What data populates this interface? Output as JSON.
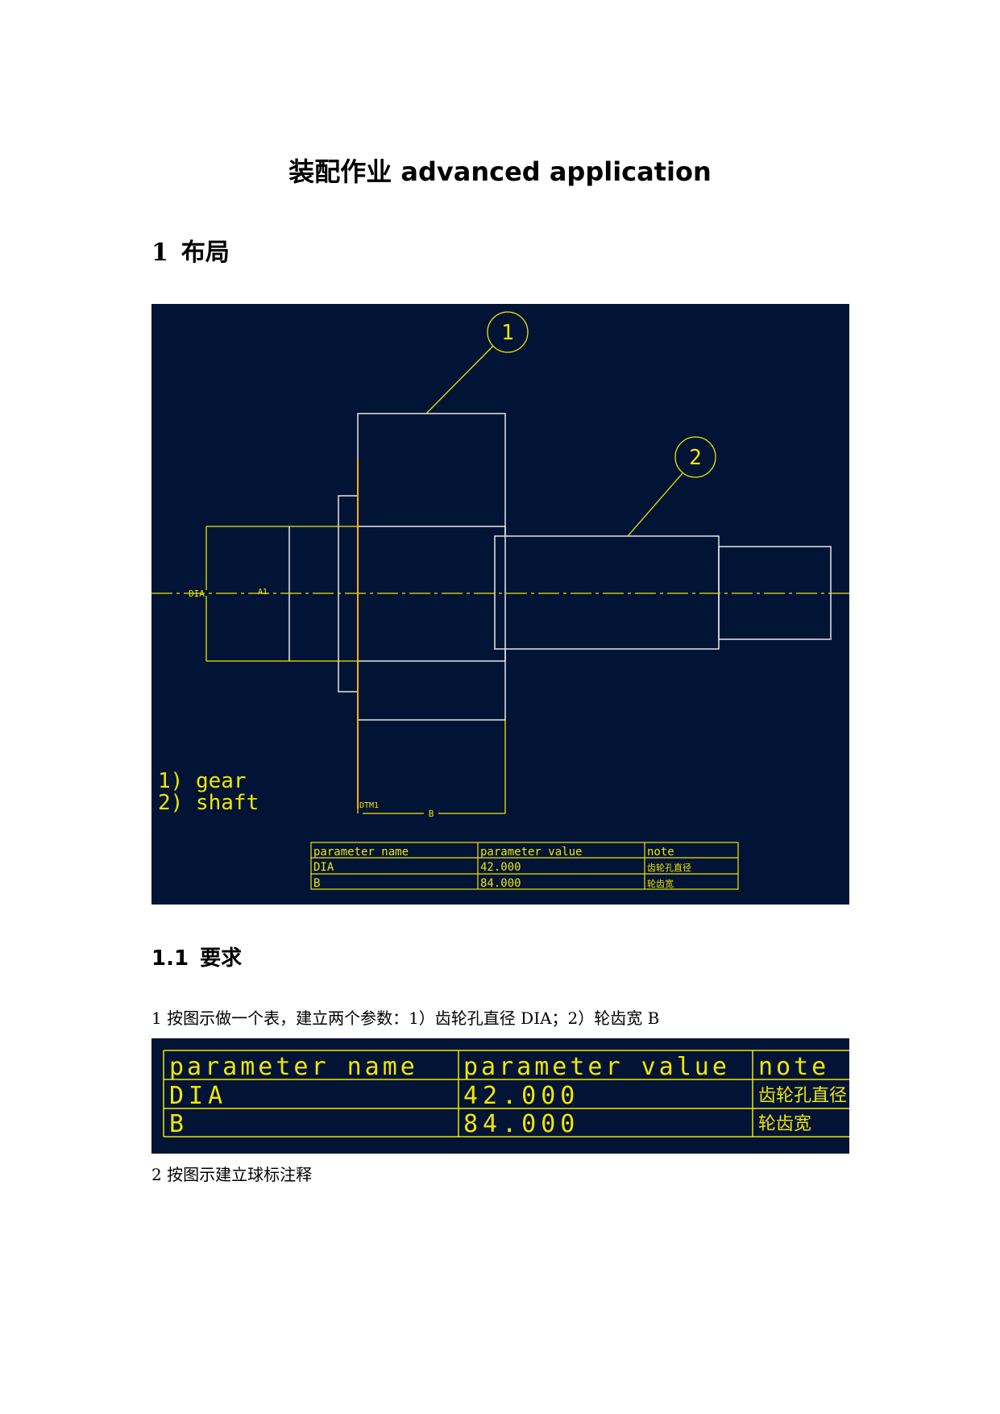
{
  "document": {
    "title": "装配作业 advanced application",
    "section1": {
      "number": "1",
      "title": "布局"
    },
    "section11": {
      "number": "1.1",
      "title": "要求"
    },
    "para1": "1 按图示做一个表，建立两个参数：1）齿轮孔直径 DIA；2）轮齿宽 B",
    "para2": "2 按图示建立球标注释"
  },
  "cad": {
    "balloons": [
      "1",
      "2"
    ],
    "legend": [
      "1)  gear",
      "2)  shaft"
    ],
    "labels": {
      "dia": "DIA",
      "a": "A1",
      "datum": "DTM1",
      "b": "B"
    },
    "table": {
      "headers": [
        "parameter  name",
        "parameter  value",
        "note"
      ],
      "rows": [
        [
          "DIA",
          "42.000",
          "齿轮孔直径"
        ],
        [
          "B",
          "84.000",
          "轮齿宽"
        ]
      ]
    },
    "colors": {
      "background": "#011435",
      "geometry": "#e6e6e6",
      "annotation": "#f2e600",
      "datum": "#ffb000"
    }
  }
}
